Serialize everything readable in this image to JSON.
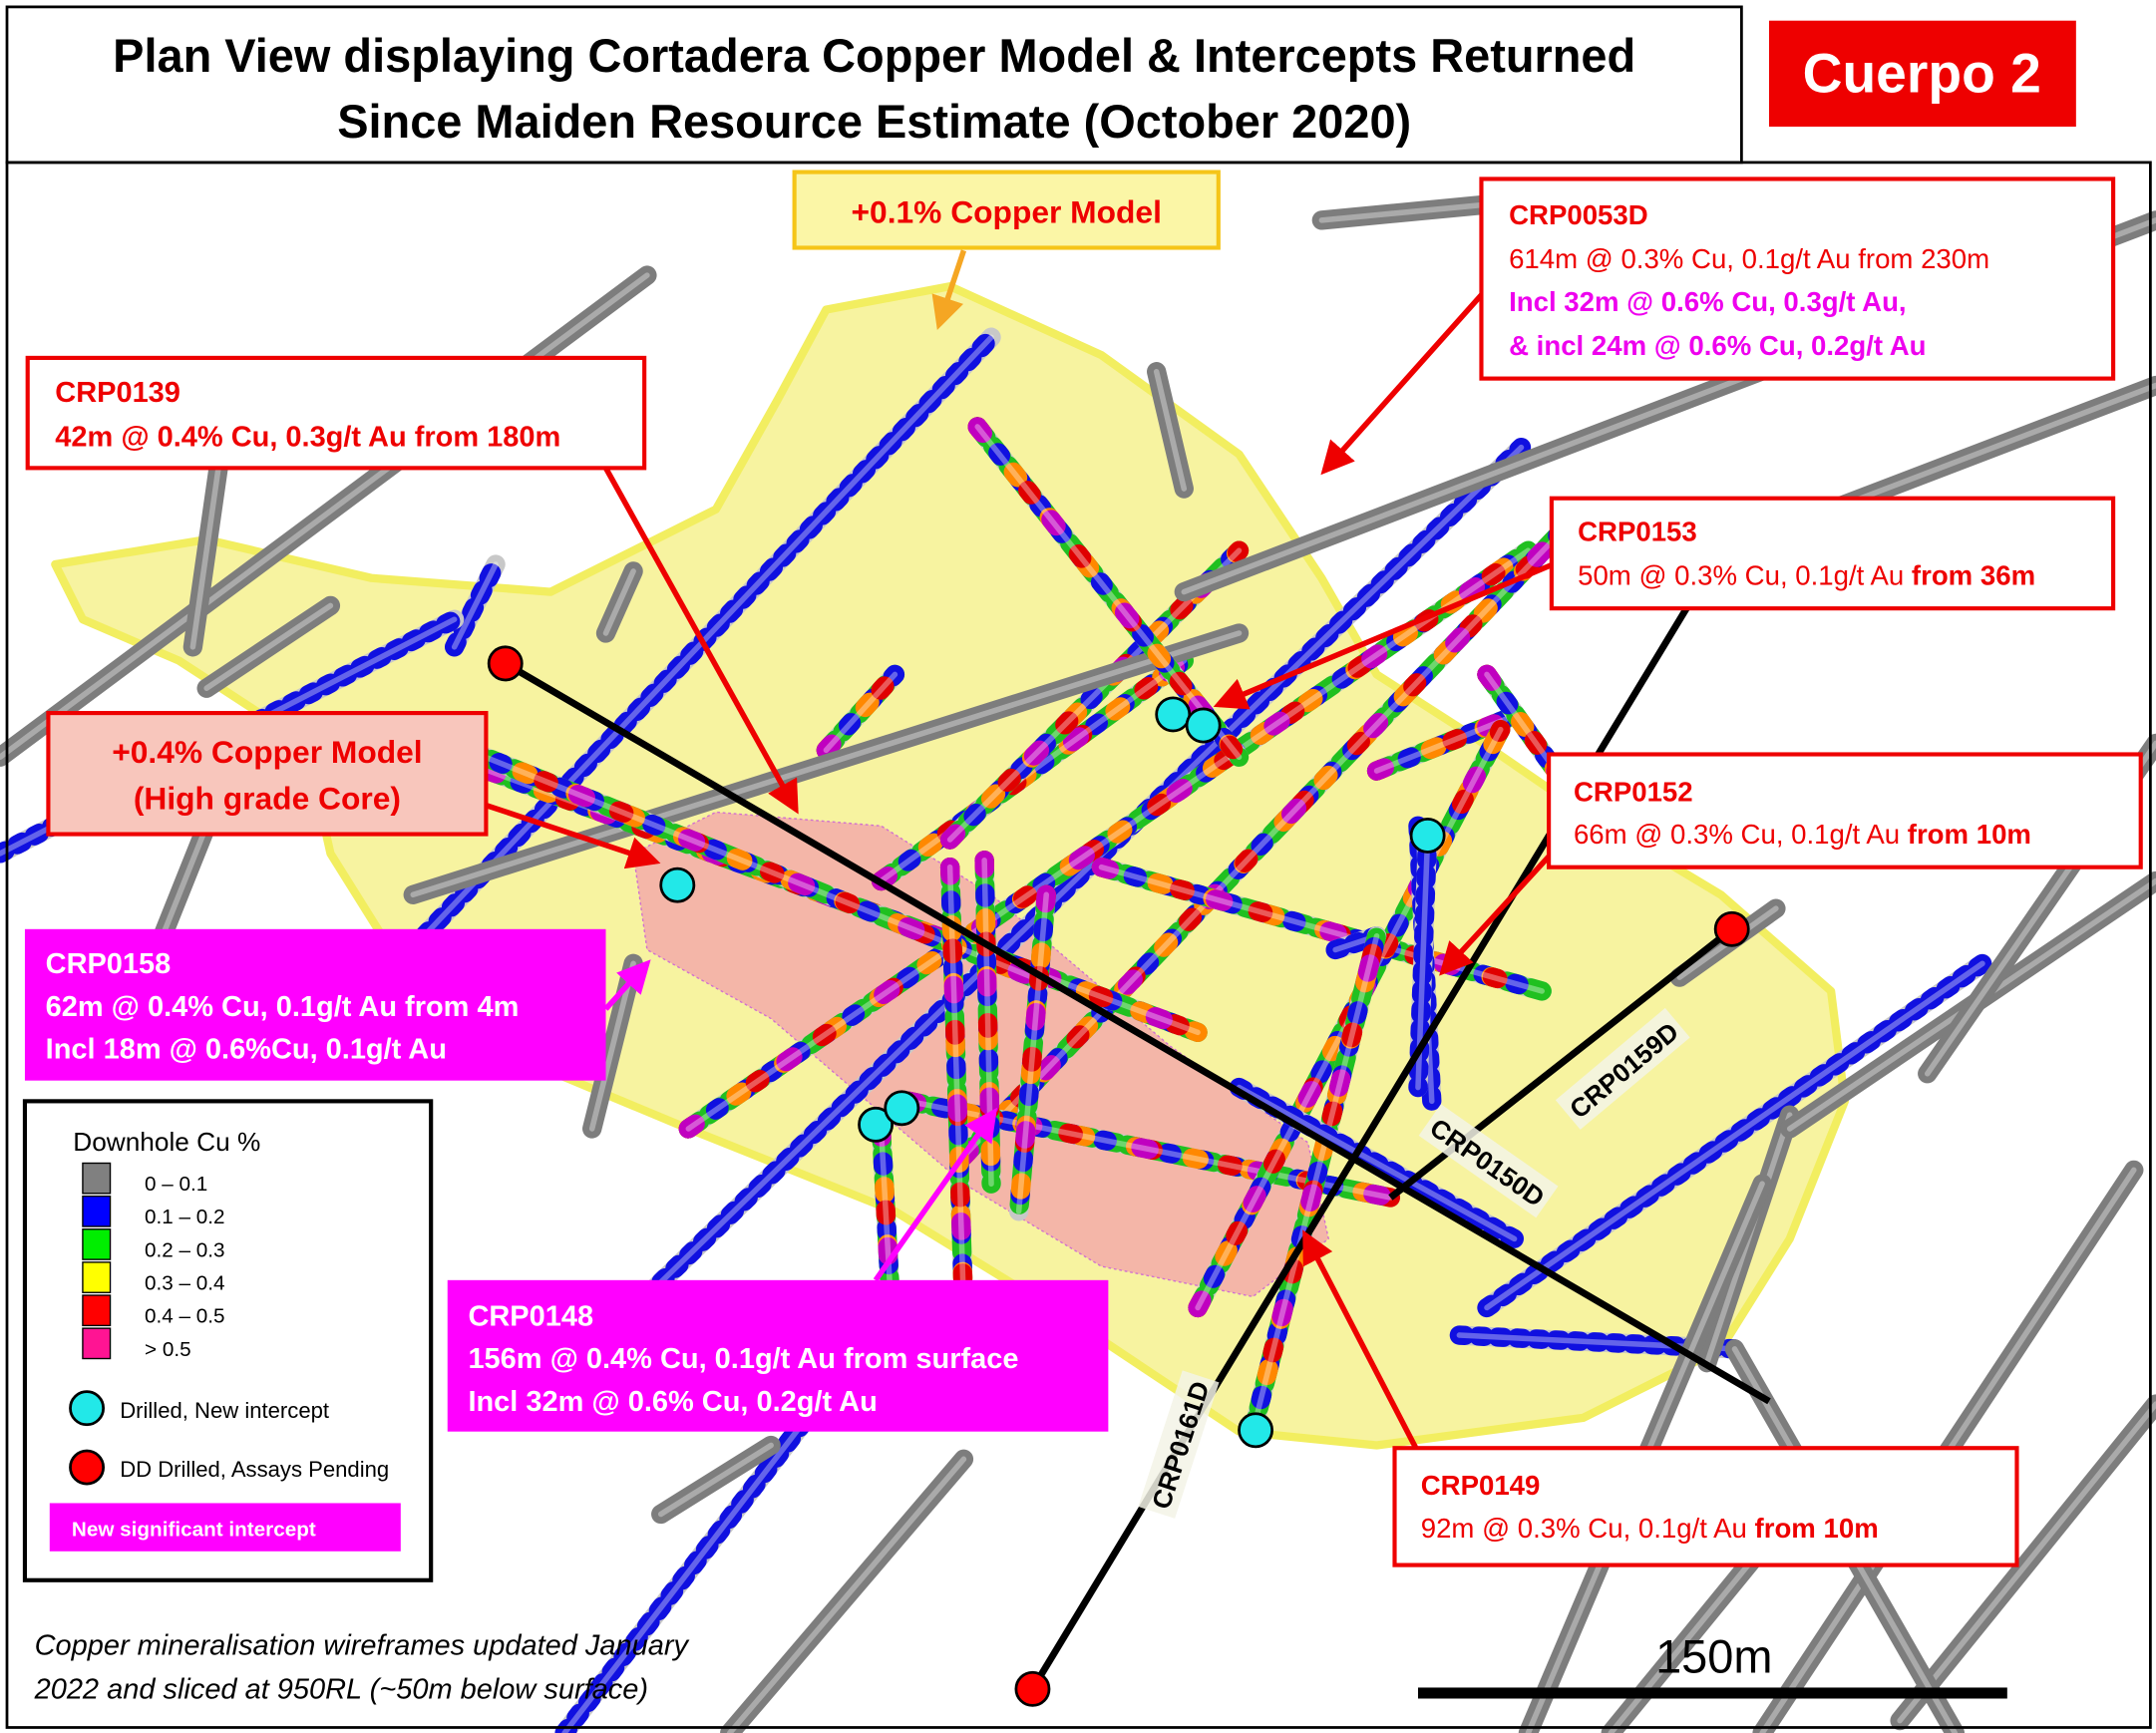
{
  "title": {
    "line1": "Plan View displaying Cortadera Copper Model & Intercepts Returned",
    "line2": "Since Maiden Resource Estimate (October 2020)"
  },
  "badge": "Cuerpo 2",
  "models": {
    "low_grade": "+0.1% Copper Model",
    "high_grade_line1": "+0.4% Copper Model",
    "high_grade_line2": "(High grade Core)"
  },
  "callouts": {
    "crp0139": {
      "name": "CRP0139",
      "text": "42m @ 0.4% Cu, 0.3g/t Au from 180m"
    },
    "crp0053d": {
      "name": "CRP0053D",
      "text": "614m @ 0.3% Cu, 0.1g/t Au from 230m",
      "incl1": "Incl 32m @ 0.6% Cu, 0.3g/t Au,",
      "incl2": "& incl 24m @ 0.6% Cu, 0.2g/t Au"
    },
    "crp0153": {
      "name": "CRP0153",
      "text": "50m @ 0.3% Cu, 0.1g/t Au ",
      "bold": "from 36m"
    },
    "crp0152": {
      "name": "CRP0152",
      "text": "66m @ 0.3% Cu, 0.1g/t Au ",
      "bold": "from 10m"
    },
    "crp0158": {
      "name": "CRP0158",
      "text": "62m @ 0.4% Cu, 0.1g/t Au from 4m",
      "incl": "Incl 18m @ 0.6%Cu, 0.1g/t Au"
    },
    "crp0148": {
      "name": "CRP0148",
      "text": "156m @ 0.4% Cu, 0.1g/t Au from surface",
      "incl": "Incl  32m @ 0.6% Cu, 0.2g/t Au"
    },
    "crp0149": {
      "name": "CRP0149",
      "text": "92m @ 0.3% Cu, 0.1g/t Au ",
      "bold": "from 10m"
    }
  },
  "hole_labels": {
    "crp0150d": "CRP0150D",
    "crp0159d": "CRP0159D",
    "crp0161d": "CRP0161D"
  },
  "legend": {
    "title": "Downhole Cu %",
    "ranges": [
      {
        "label": "0 – 0.1",
        "color": "#808080"
      },
      {
        "label": "0.1 – 0.2",
        "color": "#0000ff"
      },
      {
        "label": "0.2 – 0.3",
        "color": "#00ee00"
      },
      {
        "label": "0.3 – 0.4",
        "color": "#ffff00"
      },
      {
        "label": "0.4 – 0.5",
        "color": "#ff0000"
      },
      {
        "label": "> 0.5",
        "color": "#ff1493"
      }
    ],
    "new_intercept": "Drilled, New intercept",
    "pending": "DD Drilled, Assays Pending",
    "significant": "New significant intercept"
  },
  "footer": {
    "line1": "Copper mineralisation wireframes updated January",
    "line2": "2022 and sliced at 950RL (~50m below surface)"
  },
  "scale": "150m",
  "colors": {
    "red": "#e00000",
    "magenta": "#ff00ff",
    "yellow": "#f5f19a",
    "pink": "#f4b6a8",
    "cyan": "#22e8e8"
  }
}
